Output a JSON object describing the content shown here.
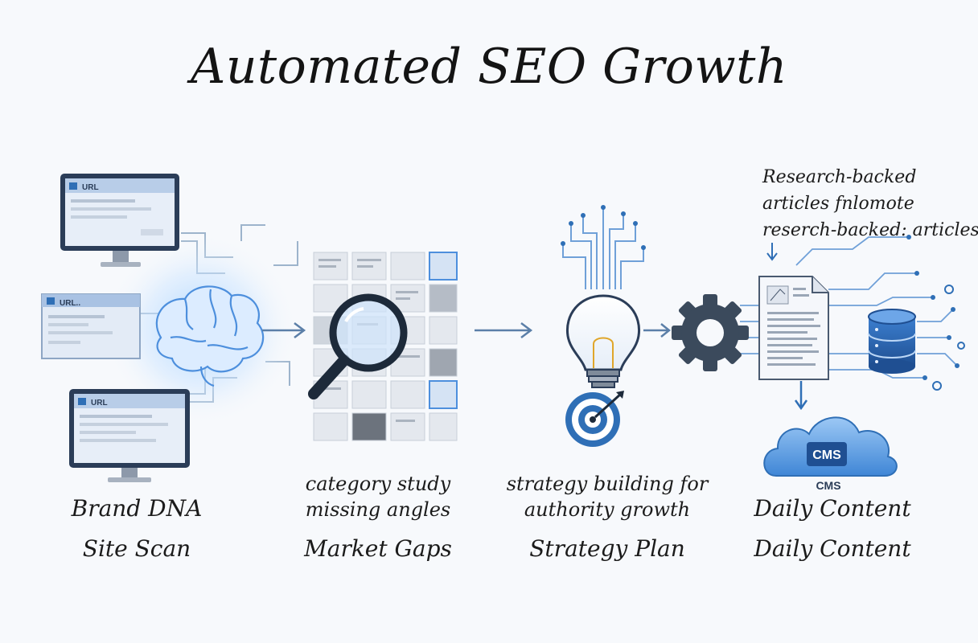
{
  "title": "Automated SEO Growth",
  "stages": [
    {
      "id": "brand",
      "caption_lines": [],
      "label_1": "Brand DNA",
      "label_2": "Site Scan"
    },
    {
      "id": "market",
      "caption_lines": [
        "category study",
        "missing angles"
      ],
      "label_1": "Market Gaps"
    },
    {
      "id": "strategy",
      "caption_lines": [
        "strategy building for",
        "authority growth"
      ],
      "label_1": "Strategy Plan"
    },
    {
      "id": "content",
      "caption_lines": [],
      "label_1": "Daily Content",
      "label_2": "Daily Content"
    }
  ],
  "browser_url_labels": [
    "URL",
    "URL..",
    "URL"
  ],
  "content_note_lines": [
    "Research-backed",
    "articles fnlomote",
    "reserch-backed: articles-"
  ],
  "cms": {
    "cloud_label": "CMS",
    "caption": "CMS"
  },
  "colors": {
    "accent": "#2f6fb6",
    "accent_light": "#6fa8e6",
    "dark": "#3b4a5c",
    "text": "#1b1b1b"
  },
  "icons": [
    "monitor-icon",
    "brain-icon",
    "magnifying-glass-icon",
    "lightbulb-icon",
    "target-icon",
    "gear-icon",
    "document-icon",
    "database-icon",
    "cloud-icon",
    "arrow-right-icon"
  ]
}
